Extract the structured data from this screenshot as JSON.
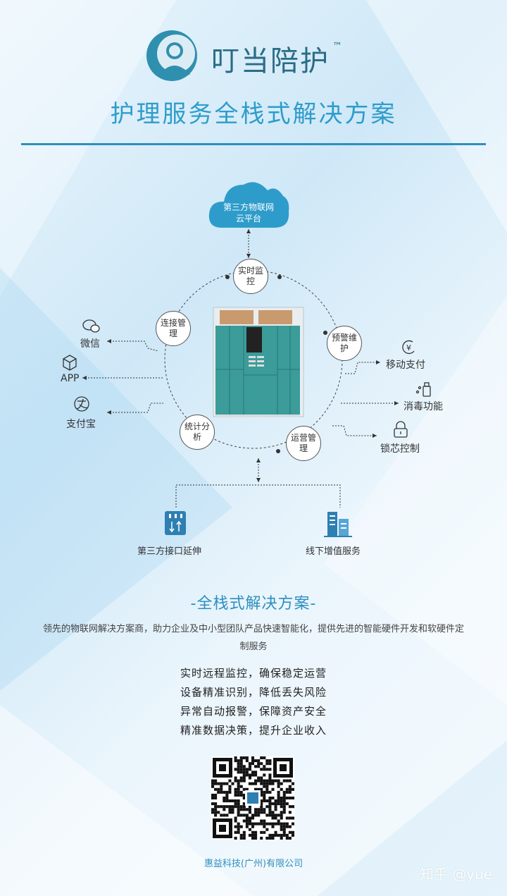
{
  "header": {
    "brand": "叮当陪护",
    "trademark": "™",
    "title": "护理服务全栈式解决方案"
  },
  "diagram": {
    "cloud": {
      "line1": "第三方物联网",
      "line2": "云平台"
    },
    "nodes": {
      "monitor": "实时监控",
      "connect": "连接管理",
      "warning": "预警维护",
      "stats": "统计分析",
      "operate": "运营管理"
    },
    "left_items": [
      "微信",
      "APP",
      "支付宝"
    ],
    "right_items": [
      "移动支付",
      "消毒功能",
      "锁芯控制"
    ],
    "bottom_items": [
      "第三方接口延伸",
      "线下增值服务"
    ]
  },
  "section": {
    "heading": "-全栈式解决方案-",
    "intro": "领先的物联网解决方案商，助力企业及中小型团队产品快速智能化，提供先进的智能硬件开发和软硬件定制服务",
    "features": [
      "实时远程监控，确保稳定运营",
      "设备精准识别，降低丢失风险",
      "异常自动报警，保障资产安全",
      "精准数据决策，提升企业收入"
    ]
  },
  "footer": {
    "company": "惠益科技(广州)有限公司",
    "watermark": "知乎 @yue"
  },
  "colors": {
    "brand_dark": "#2a6c86",
    "accent": "#2e9ccb",
    "cabinet": "#3b9c9a"
  }
}
